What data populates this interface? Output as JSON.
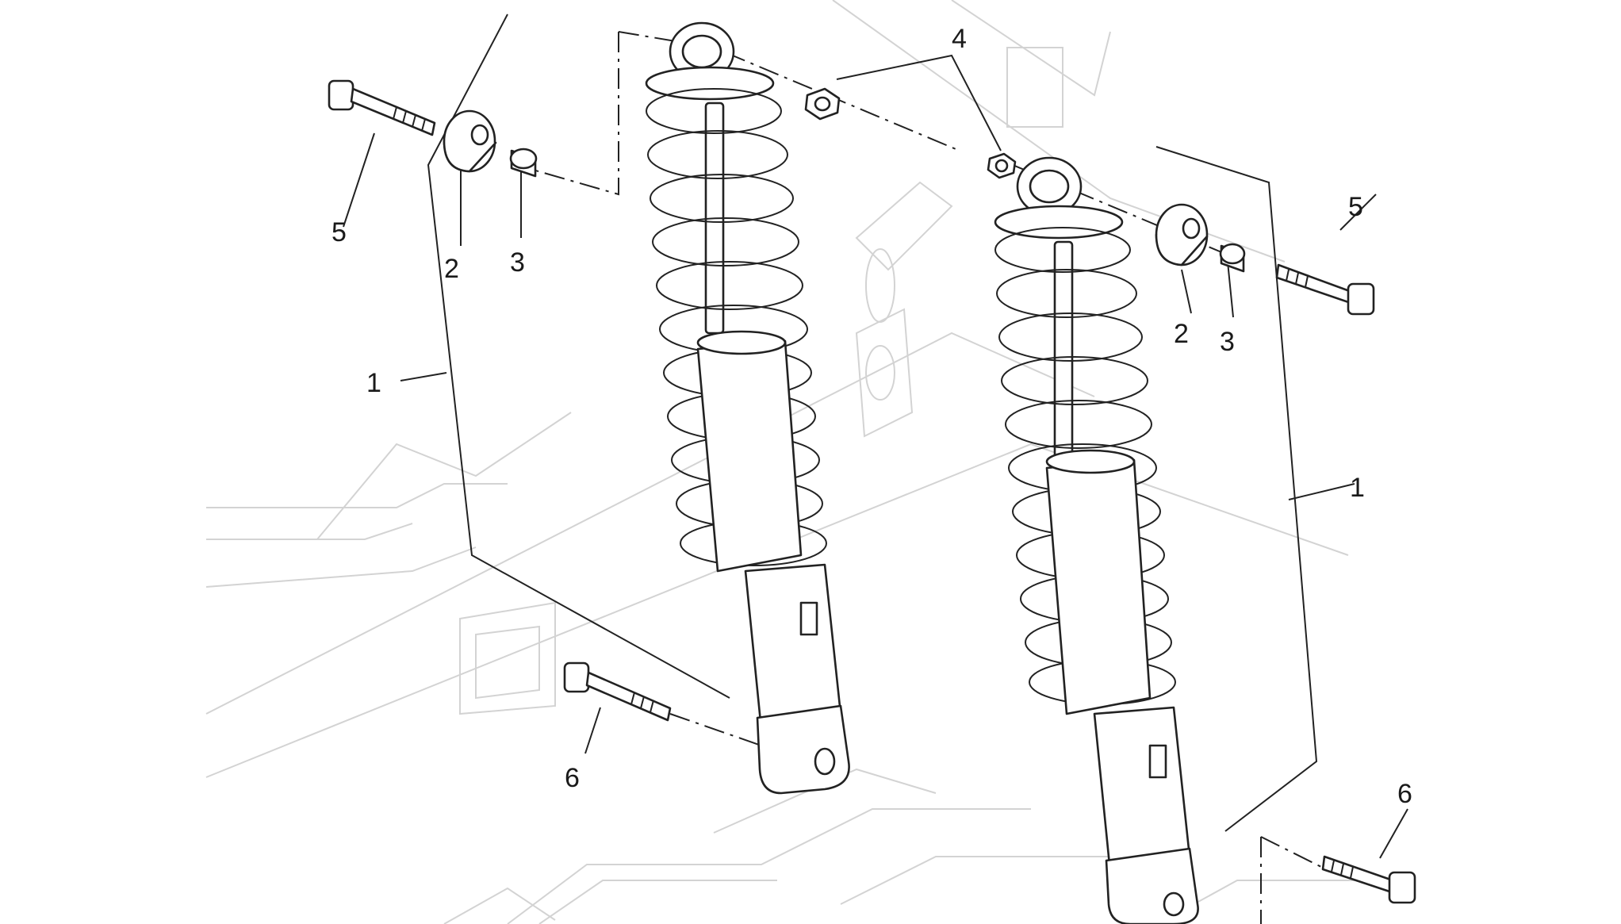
{
  "diagram": {
    "callouts": [
      {
        "id": "c1-left",
        "text": "1"
      },
      {
        "id": "c2-left",
        "text": "2"
      },
      {
        "id": "c3-left",
        "text": "3"
      },
      {
        "id": "c4-top",
        "text": "4"
      },
      {
        "id": "c5-left",
        "text": "5"
      },
      {
        "id": "c6-left",
        "text": "6"
      },
      {
        "id": "c1-right",
        "text": "1"
      },
      {
        "id": "c2-right",
        "text": "2"
      },
      {
        "id": "c3-right",
        "text": "3"
      },
      {
        "id": "c5-right",
        "text": "5"
      },
      {
        "id": "c6-right",
        "text": "6"
      }
    ],
    "colors": {
      "line": "#222222",
      "frame": "#d3d3d3",
      "background": "#ffffff"
    }
  }
}
